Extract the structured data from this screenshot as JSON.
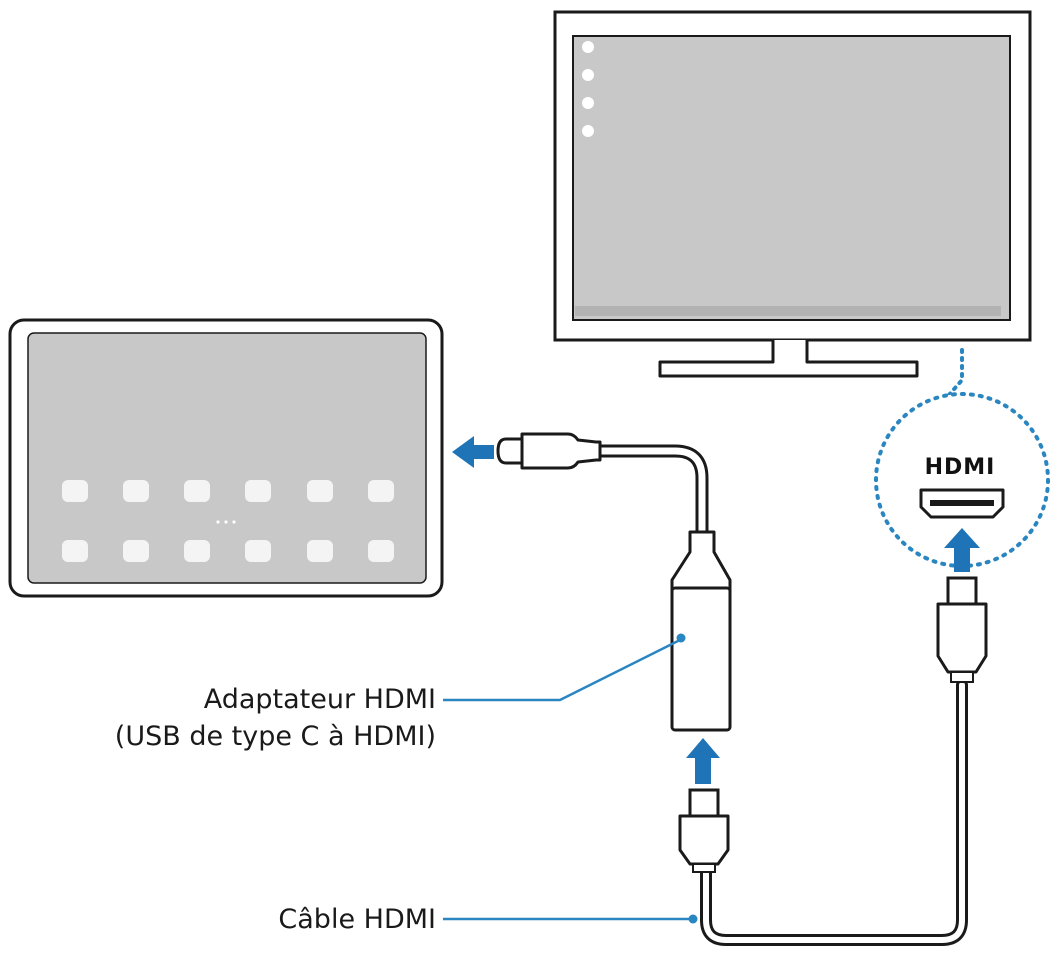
{
  "labels": {
    "adapter_line1": "Adaptateur HDMI",
    "adapter_line2": "(USB de type C à HDMI)",
    "cable": "Câble HDMI",
    "hdmi_logo": "HDMI"
  },
  "icons": {
    "tablet": "tablet-icon",
    "monitor": "monitor-icon",
    "adapter": "usb-c-to-hdmi-adapter-icon",
    "cable": "hdmi-cable-icon",
    "port": "hdmi-port-icon",
    "arrow": "direction-arrow-icon"
  },
  "colors": {
    "arrow": "#1f74b8",
    "callout": "#2a86c0",
    "dotted_circle": "#2a86c0",
    "screen": "#c8c8c8",
    "outline": "#1a1a1a"
  }
}
